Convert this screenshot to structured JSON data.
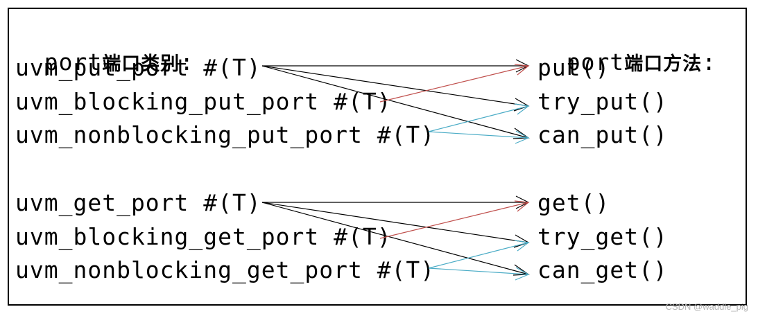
{
  "left_header": {
    "prefix": "port",
    "suffix": "端口类别",
    "colon": ":"
  },
  "right_header": {
    "prefix": "port",
    "suffix": "端口方法",
    "colon": ":"
  },
  "put_group": {
    "ports": [
      "uvm_put_port #(T)",
      "uvm_blocking_put_port #(T)",
      "uvm_nonblocking_put_port #(T)"
    ],
    "methods": [
      "put()",
      "try_put()",
      "can_put()"
    ]
  },
  "get_group": {
    "ports": [
      "uvm_get_port #(T)",
      "uvm_blocking_get_port #(T)",
      "uvm_nonblocking_get_port #(T)"
    ],
    "methods": [
      "get()",
      "try_get()",
      "can_get()"
    ]
  },
  "colors": {
    "line_black": "#000000",
    "line_red": "#c0504d",
    "line_teal": "#4bacc6",
    "frame": "#000000"
  },
  "watermark": "CSDN @waddle_pig"
}
